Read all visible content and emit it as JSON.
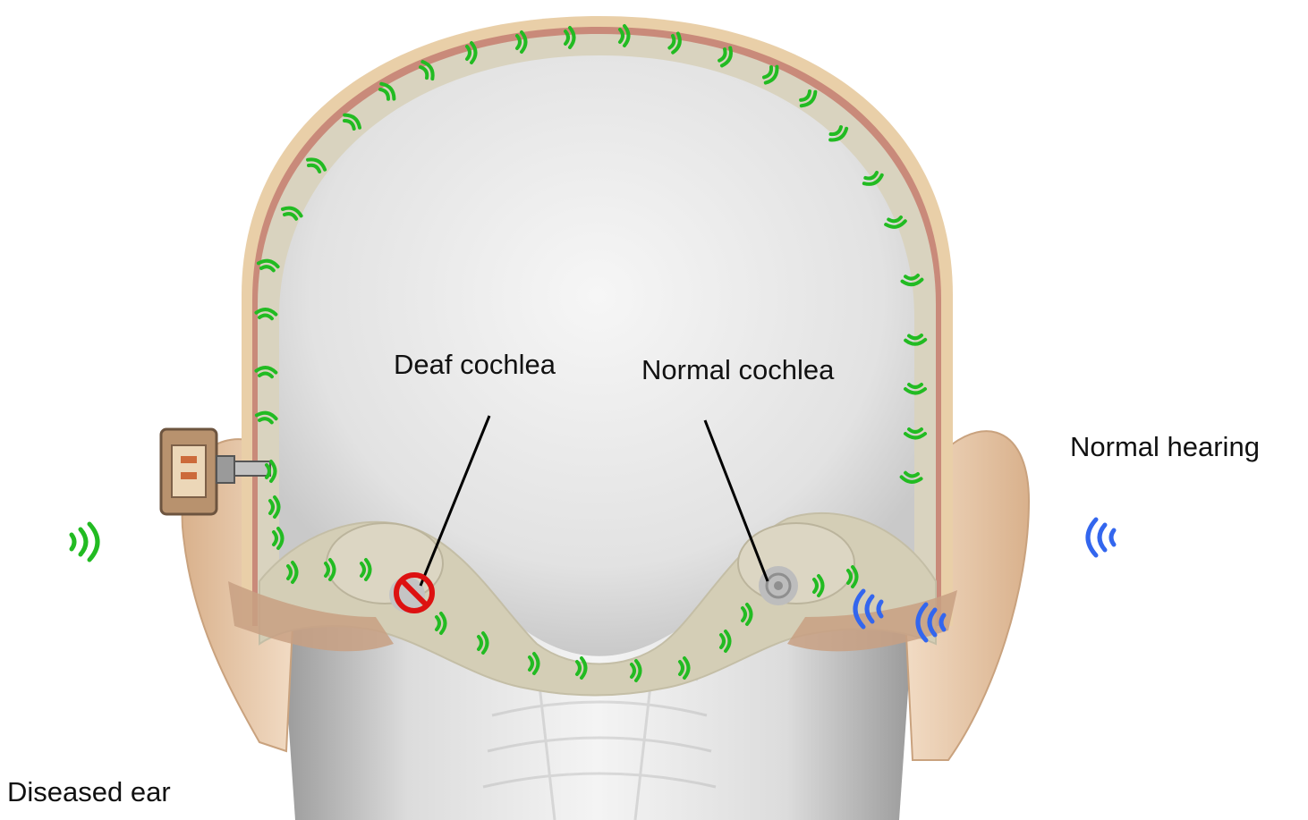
{
  "labels": {
    "deaf_cochlea": "Deaf cochlea",
    "normal_cochlea": "Normal cochlea",
    "normal_hearing": "Normal hearing",
    "diseased_ear": "Diseased ear"
  },
  "colors": {
    "bone_conduction_wave": "#22bb22",
    "air_conduction_wave": "#3366ee",
    "no_symbol": "#dd1111",
    "skin": "#e8c9a6",
    "bone": "#d9d3bf",
    "brain_cavity": "#e4e4e4"
  },
  "icons": {
    "implant": "bone-anchored-hearing-implant-icon",
    "blocked": "prohibited-icon",
    "green_wave": "sound-wave-icon",
    "blue_wave": "sound-wave-icon"
  }
}
